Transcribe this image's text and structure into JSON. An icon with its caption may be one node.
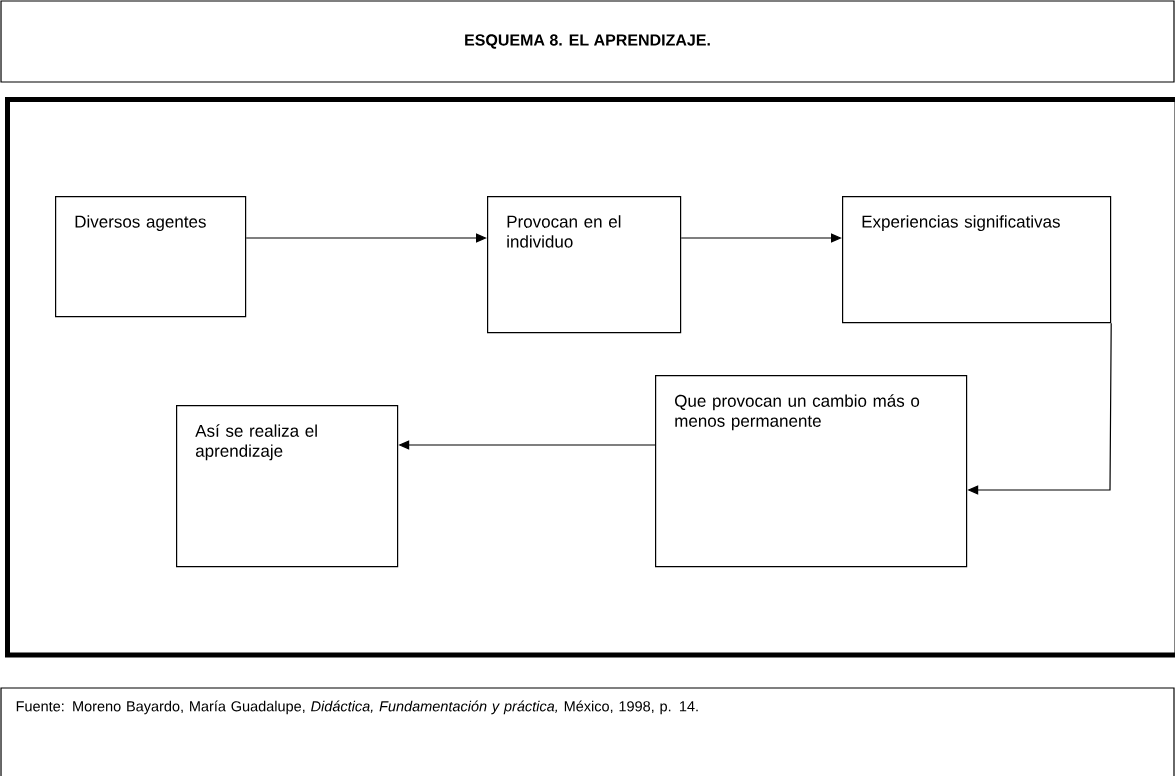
{
  "diagram": {
    "title": "ESQUEMA 8. EL APRENDIZAJE.",
    "caption": "Fuente: Moreno Bayardo, María Guadalupe, *Didáctica, Fundamentación y práctica,* México, 1998, p. 14.",
    "nodes": [
      {
        "text": [
          "Diversos agentes"
        ]
      },
      {
        "text": [
          "Provocan en el individuo"
        ]
      },
      {
        "text": [
          "Experiencias significativas"
        ]
      },
      {
        "text": [
          "Que provocan un cambio más o menos permanente"
        ]
      },
      {
        "text": [
          "Así se realiza el aprendizaje"
        ]
      }
    ],
    "edges": [
      {
        "from": 0,
        "to": 1,
        "arrow": "to"
      },
      {
        "from": 1,
        "to": 2,
        "arrow": "to"
      },
      {
        "from": 2,
        "to": 3,
        "arrow": "to"
      },
      {
        "from": 3,
        "to": 4,
        "arrow": "to"
      }
    ]
  }
}
